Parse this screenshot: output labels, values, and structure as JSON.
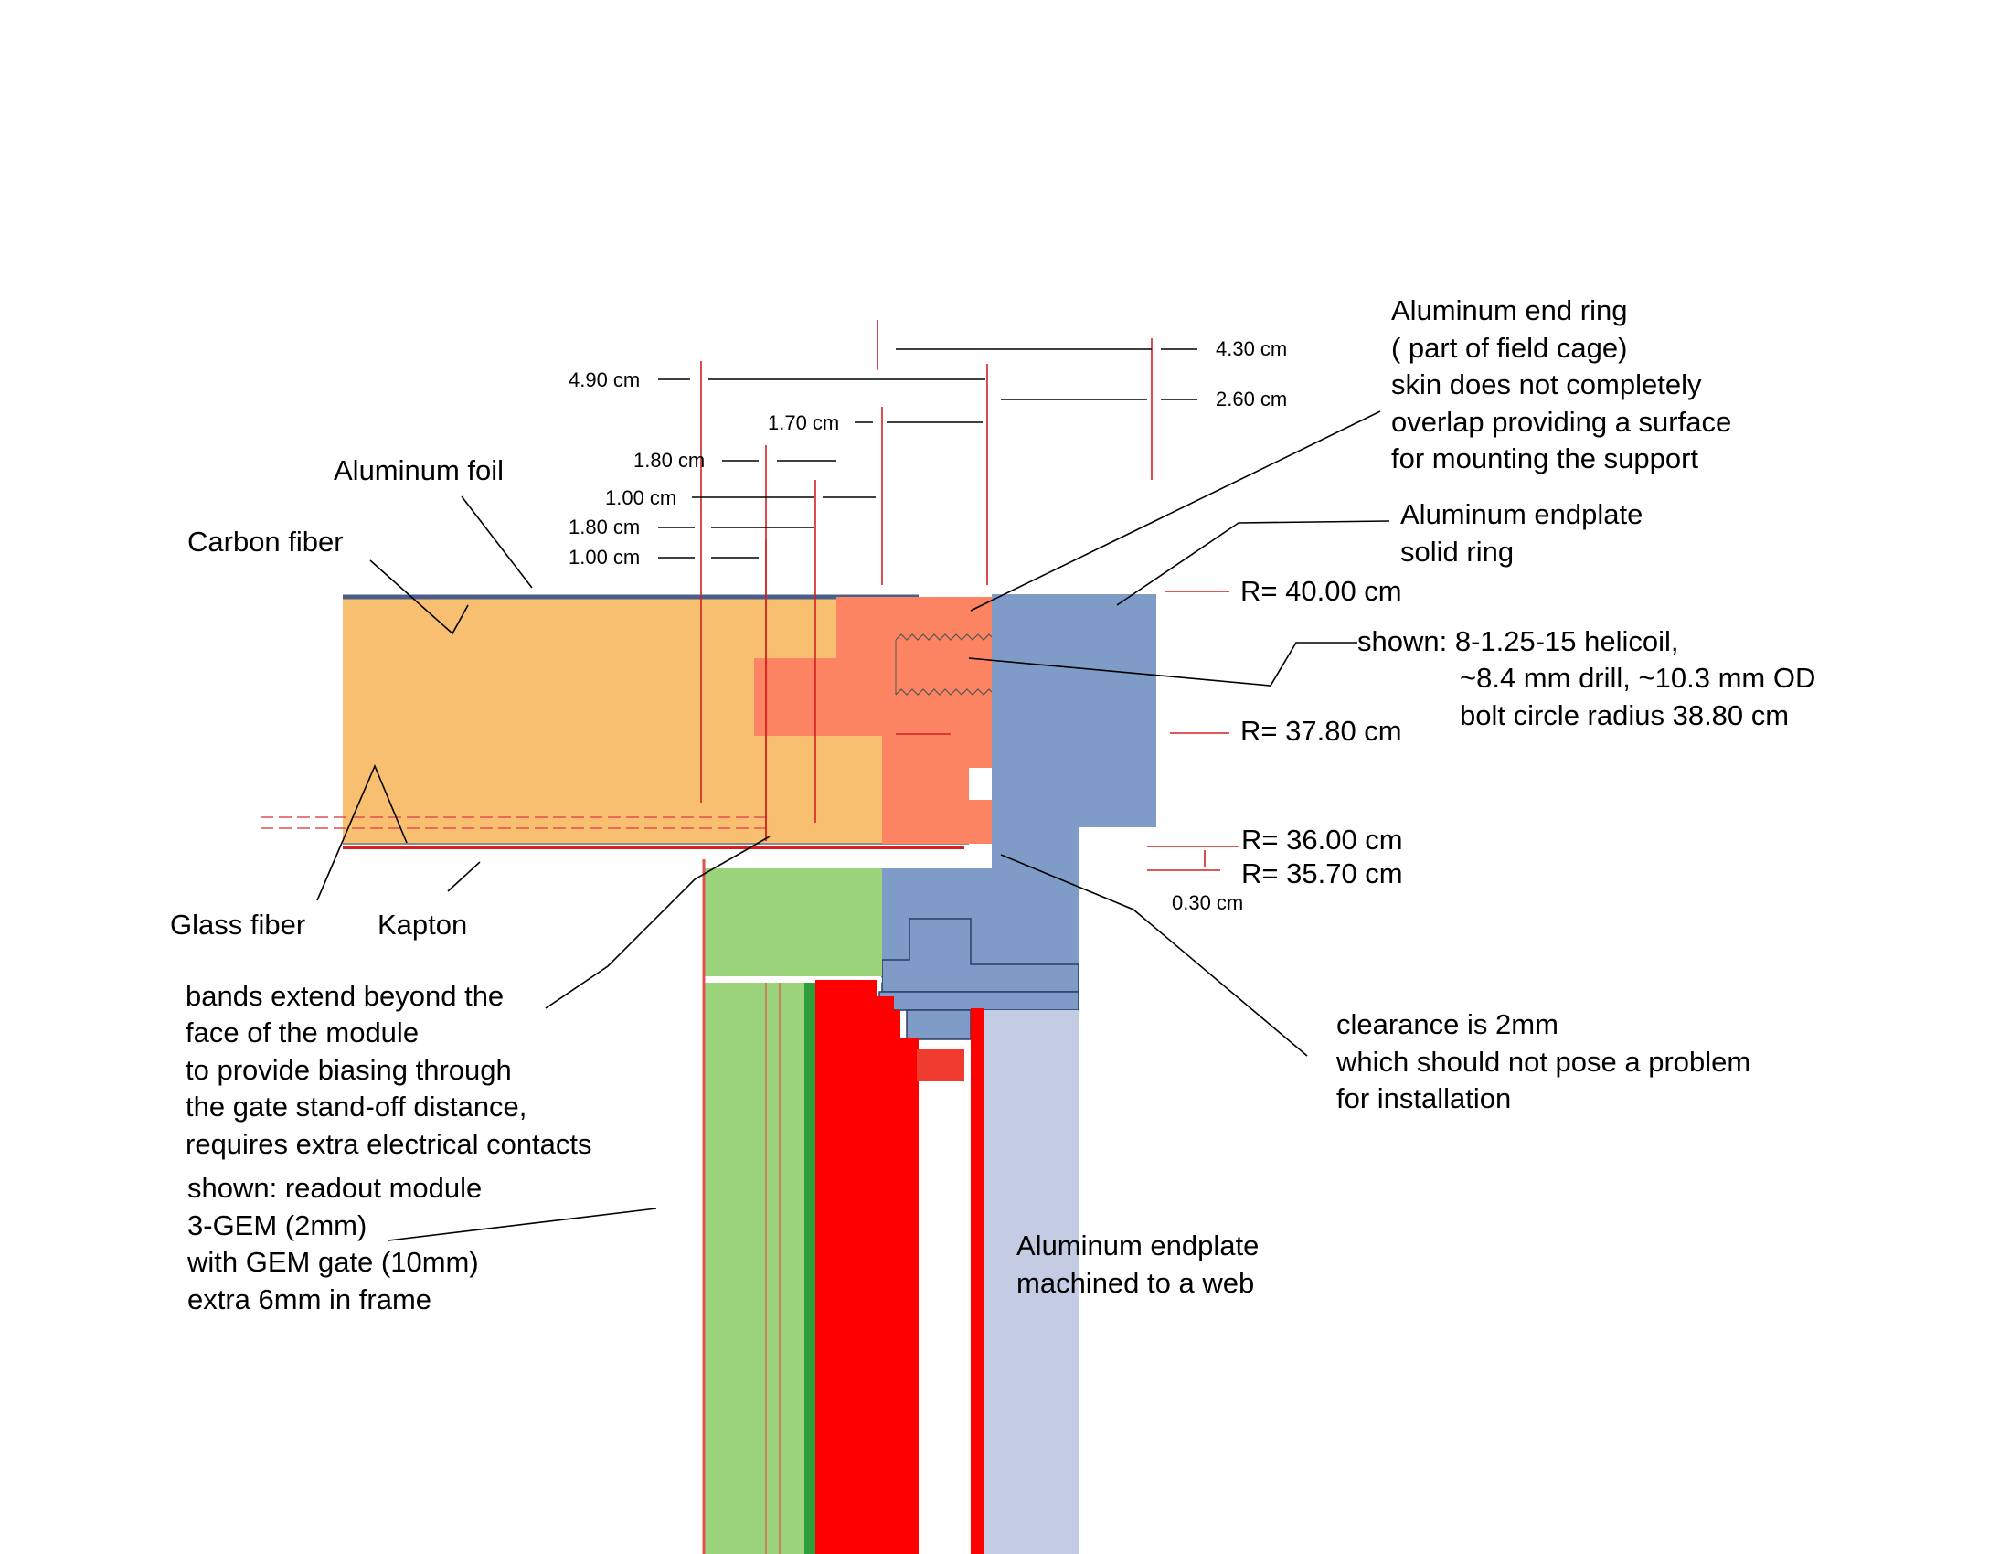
{
  "colors": {
    "carbon_fiber": "#f8bf70",
    "module_flange": "#fc8462",
    "endplate": "#7f9cc8",
    "endplate_web": "#c4cce4",
    "frame_green": "#9bd47a",
    "frame_dark_green": "#2e9e3a",
    "gem_red": "#ff0000",
    "dimension_red": "#d42020"
  },
  "materials": {
    "aluminum_foil": "Aluminum foil",
    "carbon_fiber": "Carbon fiber",
    "glass_fiber": "Glass fiber",
    "kapton": "Kapton"
  },
  "dimensions": {
    "d430": "4.30 cm",
    "d490": "4.90 cm",
    "d260": "2.60 cm",
    "d170": "1.70 cm",
    "d180a": "1.80 cm",
    "d100a": "1.00 cm",
    "d180b": "1.80 cm",
    "d100b": "1.00 cm",
    "d030": "0.30 cm"
  },
  "radii": {
    "r4000": "R= 40.00 cm",
    "r3780": "R= 37.80 cm",
    "r3600": "R= 36.00 cm",
    "r3570": "R= 35.70 cm"
  },
  "notes": {
    "end_ring": [
      "Aluminum end ring",
      "( part of field cage)",
      "skin does not completely",
      "overlap providing a surface",
      "for mounting the support"
    ],
    "endplate_ring": [
      "Aluminum endplate",
      "solid ring"
    ],
    "helicoil": [
      "shown: 8-1.25-15 helicoil,",
      "~8.4 mm drill, ~10.3 mm OD",
      "bolt circle radius 38.80 cm"
    ],
    "bands": [
      "bands extend beyond the",
      "face of the module",
      "to provide biasing  through",
      "the gate stand-off distance,",
      "requires extra electrical contacts"
    ],
    "readout": [
      "shown: readout module",
      "3-GEM (2mm)",
      "with GEM gate (10mm)",
      "extra 6mm in frame"
    ],
    "clearance": [
      "clearance is 2mm",
      "which should not pose a problem",
      "for installation"
    ],
    "web": [
      "Aluminum endplate",
      "machined to a web"
    ]
  }
}
